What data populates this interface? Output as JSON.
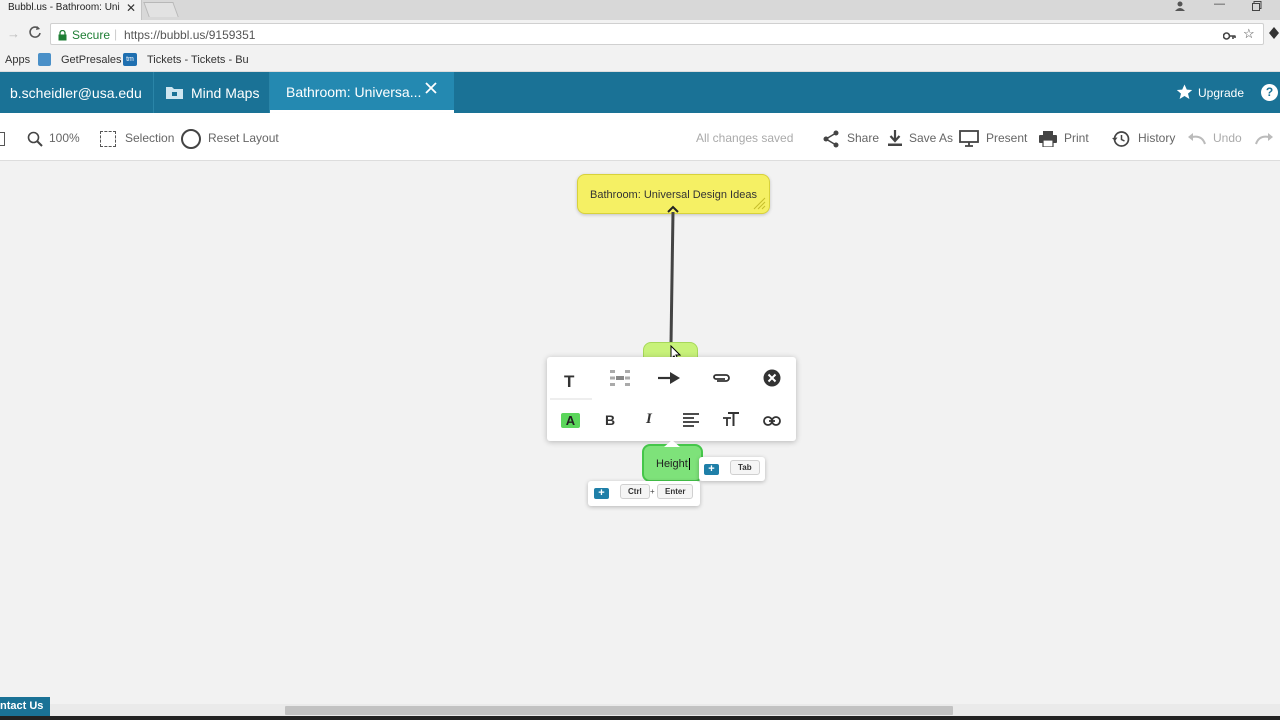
{
  "browser": {
    "tab_title": "Bubbl.us - Bathroom: Uni",
    "tab_close": "✕",
    "secure_label": "Secure",
    "url": "https://bubbl.us/9159351",
    "bookmarks": [
      "Apps",
      "GetPresales",
      "Tickets - Tickets - Bu"
    ]
  },
  "header": {
    "user": "b.scheidler@usa.edu",
    "mind_maps": "Mind Maps",
    "active_tab": "Bathroom: Universa...",
    "upgrade": "Upgrade",
    "brand_color": "#1a7296"
  },
  "toolbar": {
    "zoom": "100%",
    "selection": "Selection",
    "reset_layout": "Reset Layout",
    "status": "All changes saved",
    "share": "Share",
    "save_as": "Save As",
    "present": "Present",
    "print": "Print",
    "history": "History",
    "undo": "Undo"
  },
  "canvas": {
    "root_node": "Bathroom: Universal Design Ideas",
    "root_color": "#f5f064",
    "active_node_text": "Height",
    "active_node_color": "#7ee27a",
    "hint_tab": "Tab",
    "hint_ctrl": "Ctrl",
    "hint_plus_sign": "+",
    "hint_enter": "Enter"
  },
  "popup": {
    "row1_icons": [
      "text-icon",
      "layout-icon",
      "connect-arrow-icon",
      "attachment-icon",
      "close-circle-icon"
    ],
    "row2_icons": [
      "text-color-icon",
      "bold-icon",
      "italic-icon",
      "align-icon",
      "font-size-icon",
      "link-icon"
    ]
  },
  "footer": {
    "contact": "ntact Us"
  }
}
